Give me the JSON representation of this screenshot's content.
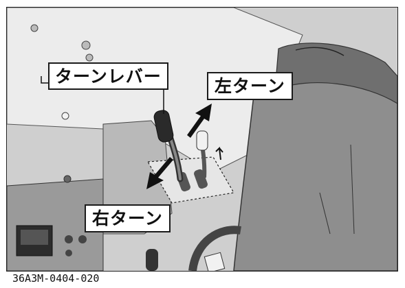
{
  "figure": {
    "labels": {
      "turn_lever": "ターンレバー",
      "left_turn": "左ターン",
      "right_turn": "右ターン"
    },
    "figure_id": "36A3M-0404-020"
  }
}
